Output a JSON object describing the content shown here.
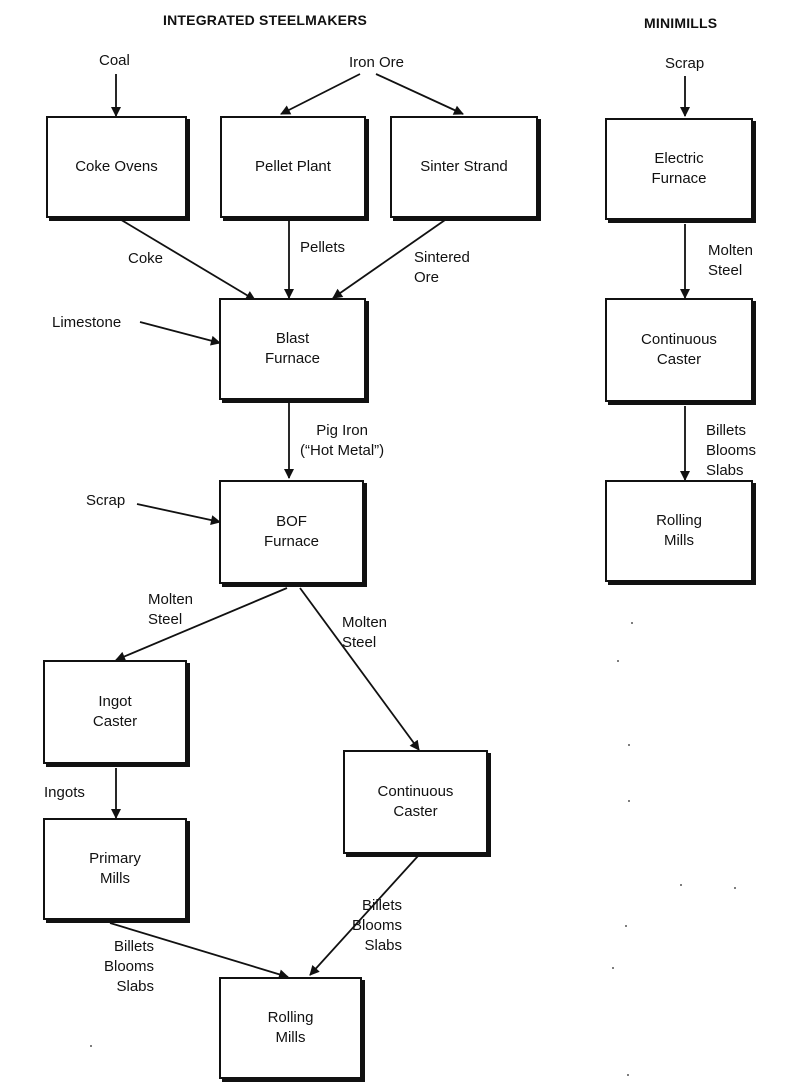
{
  "headings": {
    "integrated": "INTEGRATED STEELMAKERS",
    "minimills": "MINIMILLS"
  },
  "integrated": {
    "inputs": {
      "coal": "Coal",
      "iron_ore": "Iron Ore",
      "limestone": "Limestone",
      "scrap": "Scrap"
    },
    "boxes": {
      "coke_ovens": "Coke Ovens",
      "pellet_plant": "Pellet Plant",
      "sinter_strand": "Sinter Strand",
      "blast_furnace": "Blast\nFurnace",
      "bof_furnace": "BOF\nFurnace",
      "ingot_caster": "Ingot\nCaster",
      "primary_mills": "Primary\nMills",
      "continuous_caster": "Continuous\nCaster",
      "rolling_mills": "Rolling\nMills"
    },
    "flows": {
      "coke": "Coke",
      "pellets": "Pellets",
      "sintered_ore": "Sintered\nOre",
      "pig_iron": "Pig Iron\n(“Hot Metal”)",
      "molten_steel_left": "Molten\nSteel",
      "molten_steel_right": "Molten\nSteel",
      "ingots": "Ingots",
      "billets_primary": "Billets\nBlooms\nSlabs",
      "billets_caster": "Billets\nBlooms\nSlabs"
    }
  },
  "minimills": {
    "inputs": {
      "scrap": "Scrap"
    },
    "boxes": {
      "electric_furnace": "Electric\nFurnace",
      "continuous_caster": "Continuous\nCaster",
      "rolling_mills": "Rolling\nMills"
    },
    "flows": {
      "molten_steel": "Molten\nSteel",
      "billets": "Billets\nBlooms\nSlabs"
    }
  }
}
